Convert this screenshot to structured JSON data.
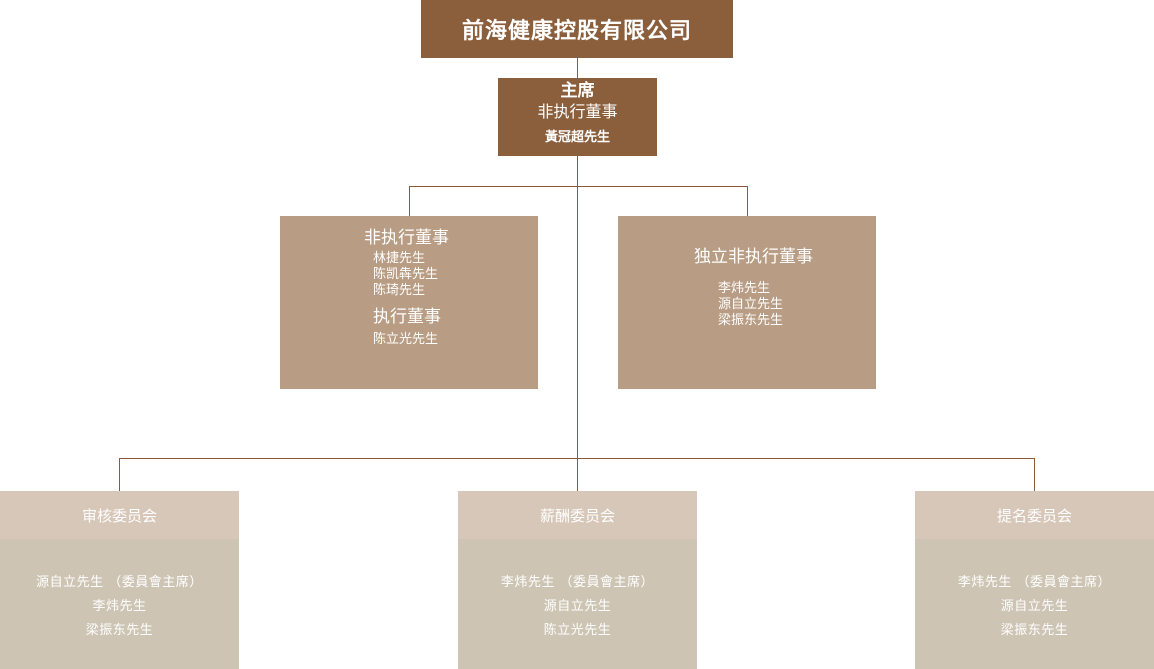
{
  "company": "前海健康控股有限公司",
  "chairman": {
    "title": "主席",
    "role": "非执行董事",
    "name": "黃冠超先生"
  },
  "board_left": {
    "title": "非执行董事",
    "members": [
      "林捷先生",
      "陈凯犇先生",
      "陈琦先生"
    ],
    "title2": "执行董事",
    "members2": [
      "陈立光先生"
    ]
  },
  "board_right": {
    "title": "独立非执行董事",
    "members": [
      "李炜先生",
      "源自立先生",
      "梁振东先生"
    ]
  },
  "committees": [
    {
      "name": "审核委员会",
      "members": [
        "源自立先生 （委員會主席）",
        "李炜先生",
        "梁振东先生"
      ]
    },
    {
      "name": "薪酬委员会",
      "members": [
        "李炜先生 （委員會主席）",
        "源自立先生",
        "陈立光先生"
      ]
    },
    {
      "name": "提名委员会",
      "members": [
        "李炜先生 （委員會主席）",
        "源自立先生",
        "梁振东先生"
      ]
    }
  ],
  "colors": {
    "dark_brown": "#8b5e3c",
    "mid_brown": "#b89c83",
    "committee_head": "#d7c7b8",
    "committee_body": "#cdc4b3",
    "line": "#8b5a36"
  }
}
